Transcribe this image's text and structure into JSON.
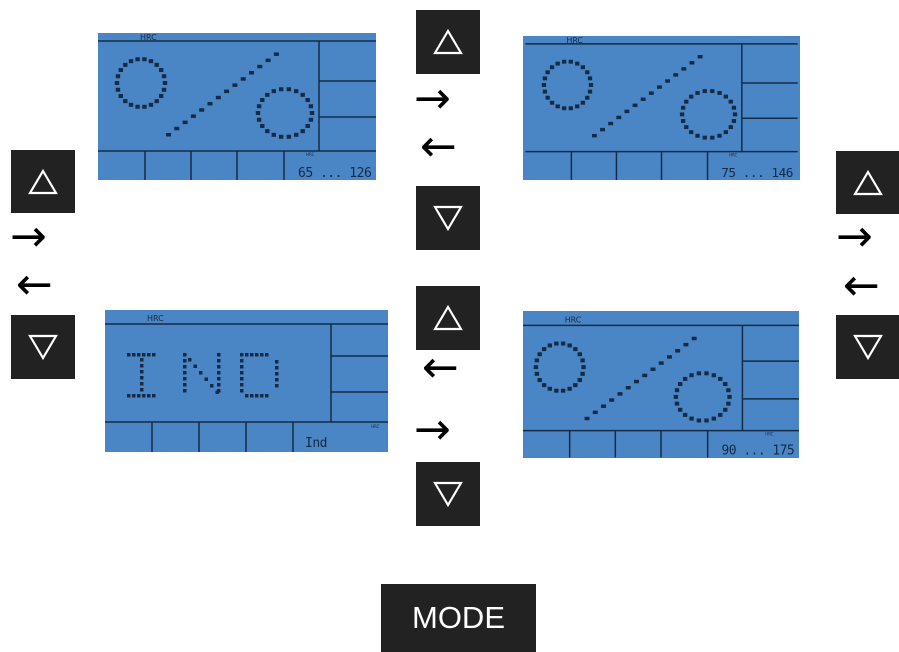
{
  "colors": {
    "lcd": "#4a86c5",
    "segment": "#142a45",
    "button": "#222222"
  },
  "displays": {
    "top_left": {
      "scale_label": "HRC",
      "reading": "65 ... 126",
      "range_low": "65",
      "range_high": "126",
      "unit_label": "HRC",
      "main_glyph": "%"
    },
    "top_right": {
      "scale_label": "HRC",
      "reading": "75 ... 146",
      "range_low": "75",
      "range_high": "146",
      "unit_label": "HRC",
      "main_glyph": "%"
    },
    "bottom_left": {
      "scale_label": "HRC",
      "reading": "Ind",
      "unit_label": "HRC",
      "main_glyph": "IND"
    },
    "bottom_right": {
      "scale_label": "HRC",
      "reading": "90 ... 175",
      "range_low": "90",
      "range_high": "175",
      "unit_label": "HRC",
      "main_glyph": "%"
    }
  },
  "buttons": {
    "up_icon": "triangle-up-icon",
    "down_icon": "triangle-down-icon",
    "mode_label": "MODE"
  },
  "arrows": {
    "right": "→",
    "left": "←"
  }
}
